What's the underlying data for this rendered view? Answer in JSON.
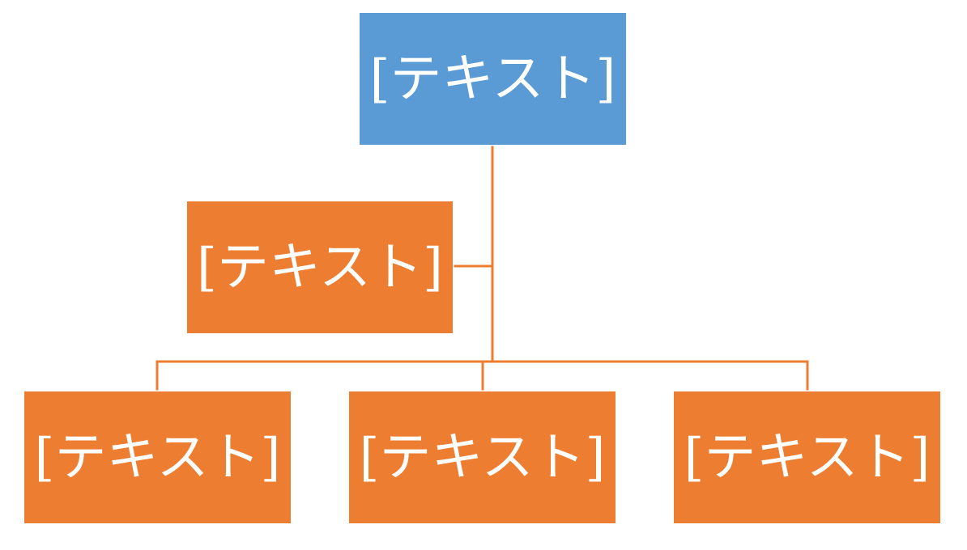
{
  "colors": {
    "top_fill": "#5b9bd5",
    "child_fill": "#ed7d31",
    "connector": "#ed7d31",
    "text": "#ffffff"
  },
  "diagram": {
    "type": "organization-chart",
    "top": {
      "label": "[テキスト]"
    },
    "assistant": {
      "label": "[テキスト]"
    },
    "children": [
      {
        "label": "[テキスト]"
      },
      {
        "label": "[テキスト]"
      },
      {
        "label": "[テキスト]"
      }
    ]
  }
}
